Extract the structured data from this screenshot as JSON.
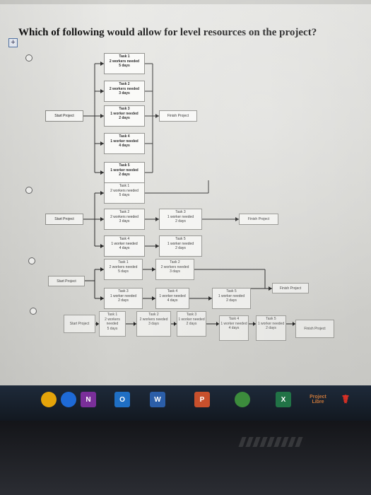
{
  "question": {
    "text": "Which of following would allow for level resources on the project?"
  },
  "common": {
    "start": "Start Project",
    "finish": "Finish Project",
    "task1": "Task 1",
    "task2": "Task 2",
    "task3": "Task 3",
    "task4": "Task 4",
    "task5": "Task 5",
    "w2": "2 workers needed",
    "w1": "1 worker needed",
    "d5": "5 days",
    "d3": "3 days",
    "d2": "2 days",
    "d4": "4 days"
  },
  "options": [
    {
      "id": "a",
      "layout": "parallel"
    },
    {
      "id": "b",
      "layout": "mixed"
    },
    {
      "id": "c",
      "layout": "two-chains"
    },
    {
      "id": "d",
      "layout": "serial"
    }
  ],
  "taskbar": {
    "apps": [
      {
        "name": "chrome",
        "color": "#e5a40a"
      },
      {
        "name": "edge",
        "color": "#1e6ad6"
      },
      {
        "name": "onenote",
        "label": "N",
        "color": "#7a2f9a"
      },
      {
        "name": "outlook",
        "label": "O",
        "color": "#1f6fc4"
      },
      {
        "name": "word",
        "label": "W",
        "color": "#2b5ea8"
      },
      {
        "name": "powerpoint",
        "label": "P",
        "color": "#c8502c"
      },
      {
        "name": "chrome2",
        "color": "#3c8c3c"
      },
      {
        "name": "excel",
        "label": "X",
        "color": "#217346"
      },
      {
        "name": "projectlibre",
        "label": "Project Libre",
        "color": "#c9773a"
      },
      {
        "name": "acrobat",
        "color": "#d93025"
      }
    ]
  }
}
